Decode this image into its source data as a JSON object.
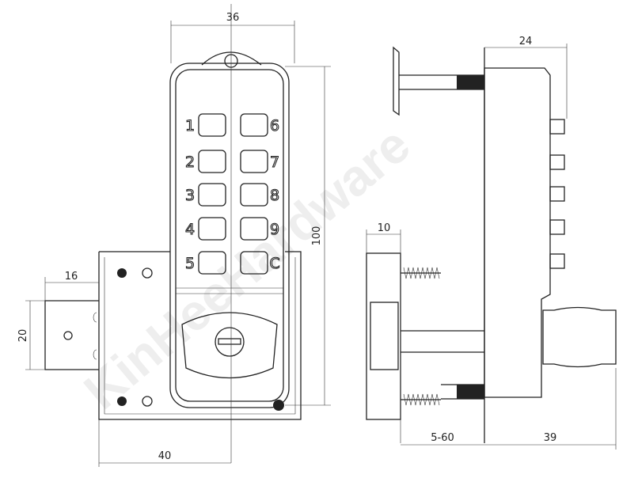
{
  "watermark": "KinHeeHardware",
  "dimensions": {
    "width_top": "36",
    "height": "100",
    "bolt_length": "16",
    "bolt_height": "20",
    "plate_offset": "40",
    "side_depth": "24",
    "rose_thickness": "10",
    "door_thickness": "5-60",
    "body_depth": "39"
  },
  "keypad": {
    "left_keys": [
      "1",
      "2",
      "3",
      "4",
      "5"
    ],
    "right_keys": [
      "6",
      "7",
      "8",
      "9",
      "C"
    ]
  }
}
